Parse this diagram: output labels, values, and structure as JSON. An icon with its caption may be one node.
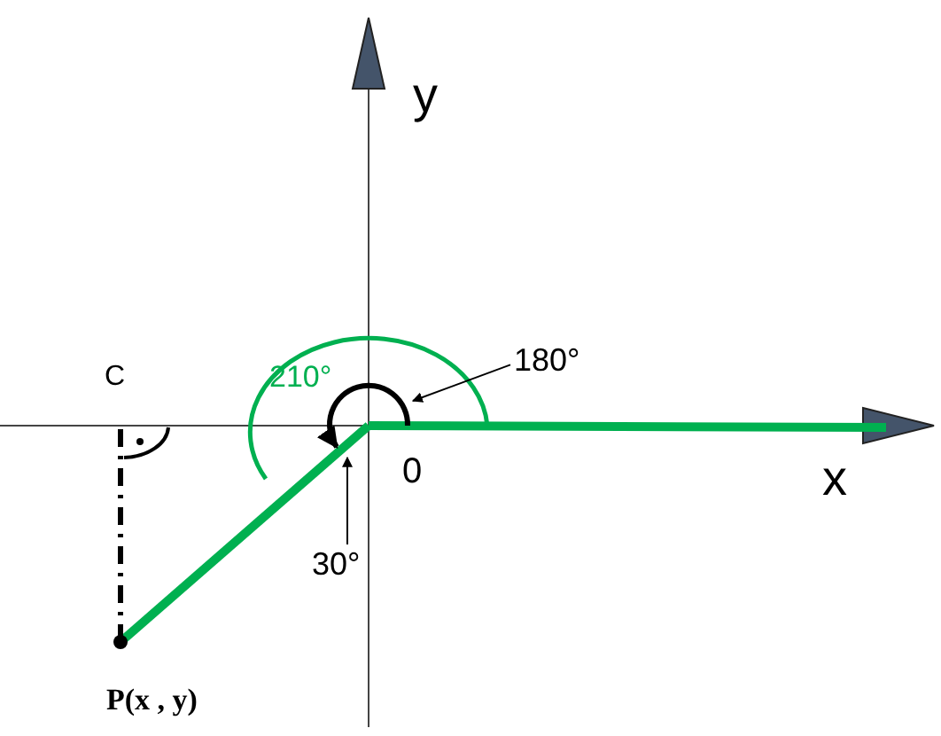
{
  "diagram": {
    "nodes": [
      {
        "text": [
          "180°"
        ]
      },
      {
        "text": [
          "30°"
        ]
      },
      {
        "text": [],
        "shape": "arc"
      }
    ],
    "edges": [
      {
        "from": 0,
        "to": 2,
        "arrow": "to"
      },
      {
        "from": 1,
        "to": 2,
        "arrow": "to"
      }
    ],
    "labels": [
      "y",
      "C",
      "210°",
      "0",
      "x",
      "P(x , y)"
    ]
  }
}
